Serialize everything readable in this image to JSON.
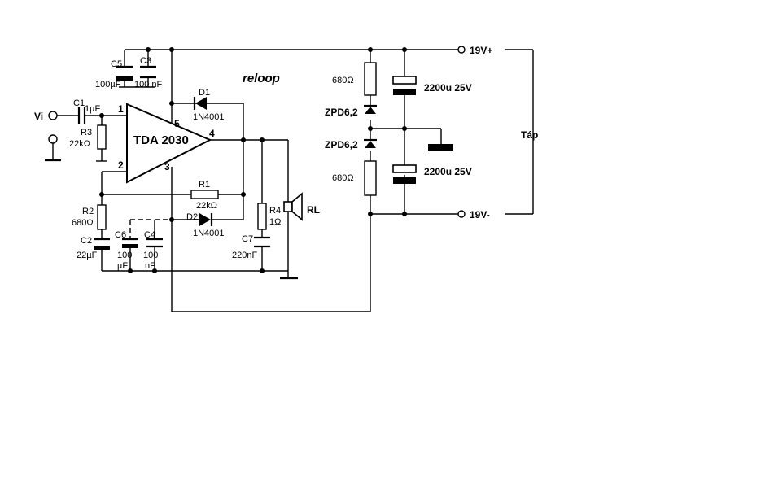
{
  "amp": {
    "ic_label": "TDA 2030",
    "pin1": "1",
    "pin2": "2",
    "pin3": "3",
    "pin4": "4",
    "pin5": "5",
    "input_label": "Vi",
    "loop_note": "reloop",
    "c1": {
      "name": "C1",
      "value": "1µF"
    },
    "c5": {
      "name": "C5",
      "value": "100µF"
    },
    "c3": {
      "name": "C3",
      "value": "100 nF"
    },
    "r3": {
      "name": "R3",
      "value": "22kΩ"
    },
    "d1": {
      "name": "D1",
      "value": "1N4001"
    },
    "d2": {
      "name": "D2",
      "value": "1N4001"
    },
    "r1": {
      "name": "R1",
      "value": "22kΩ"
    },
    "r2": {
      "name": "R2",
      "value": "680Ω"
    },
    "c2": {
      "name": "C2",
      "value": "22µF"
    },
    "c6": {
      "name": "C6",
      "value_line1": "100",
      "value_line2": "µF"
    },
    "c4": {
      "name": "C4",
      "value_line1": "100",
      "value_line2": "nF"
    },
    "r4": {
      "name": "R4",
      "value": "1Ω"
    },
    "c7": {
      "name": "C7",
      "value": "220nF"
    },
    "rl": {
      "name": "RL"
    }
  },
  "supply": {
    "r_top": "680Ω",
    "zd_top": "ZPD6,2",
    "zd_bottom": "ZPD6,2",
    "r_bottom": "680Ω",
    "cap_top": "2200u 25V",
    "cap_bottom": "2200u 25V",
    "vplus": "19V+",
    "vminus": "19V-",
    "tap_label": "Táp"
  }
}
